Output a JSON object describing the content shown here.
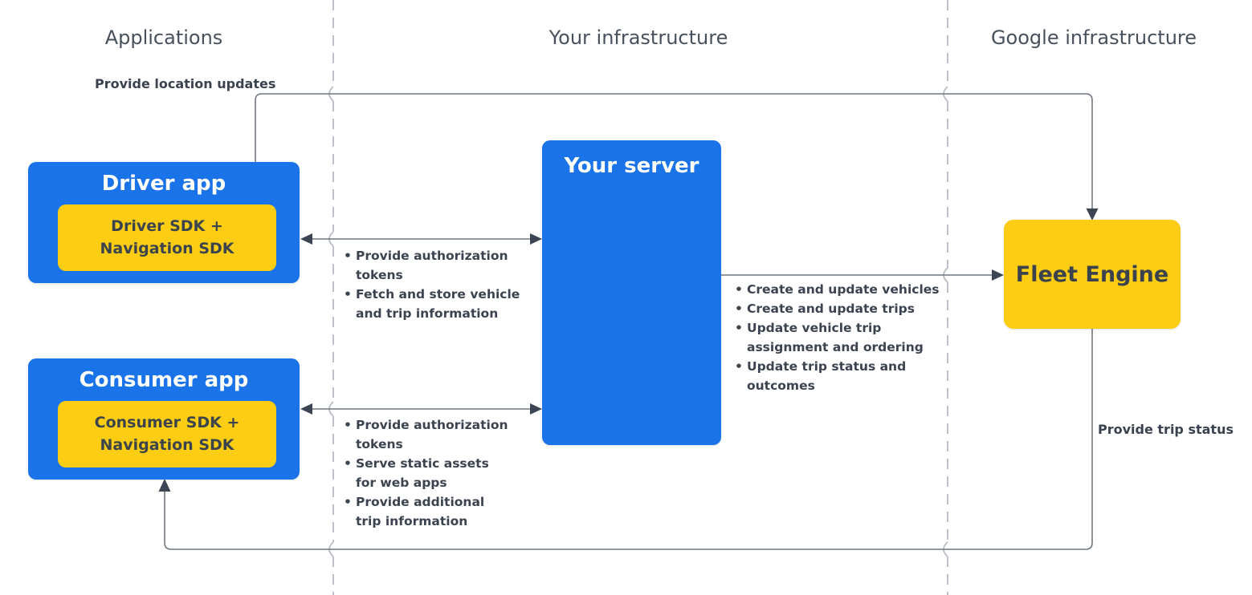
{
  "columns": {
    "applications": "Applications",
    "your_infrastructure": "Your infrastructure",
    "google_infrastructure": "Google infrastructure"
  },
  "nodes": {
    "driver_app": {
      "title": "Driver app",
      "sdk": "Driver SDK +\nNavigation SDK"
    },
    "consumer_app": {
      "title": "Consumer app",
      "sdk": "Consumer SDK +\nNavigation SDK"
    },
    "your_server": {
      "title": "Your server"
    },
    "fleet_engine": {
      "title": "Fleet Engine"
    }
  },
  "edge_labels": {
    "provide_location_updates": "Provide location updates",
    "provide_trip_status": "Provide trip status"
  },
  "edge_lists": {
    "driver_server": [
      "Provide authorization\ntokens",
      "Fetch and store vehicle\nand trip information"
    ],
    "consumer_server": [
      "Provide authorization\ntokens",
      "Serve static assets\nfor web apps",
      "Provide additional\ntrip information"
    ],
    "server_fleet": [
      "Create and update vehicles",
      "Create and update trips",
      "Update vehicle trip\nassignment and ordering",
      "Update trip status and\noutcomes"
    ]
  },
  "colors": {
    "box_blue": "#1a73e8",
    "box_yellow": "#fccd12",
    "text_on_blue": "#ffffff",
    "text_dark": "#3a434f",
    "header_gray": "#47515e",
    "line_gray": "#6f7680",
    "dashed_gray": "#b6bbc4"
  }
}
